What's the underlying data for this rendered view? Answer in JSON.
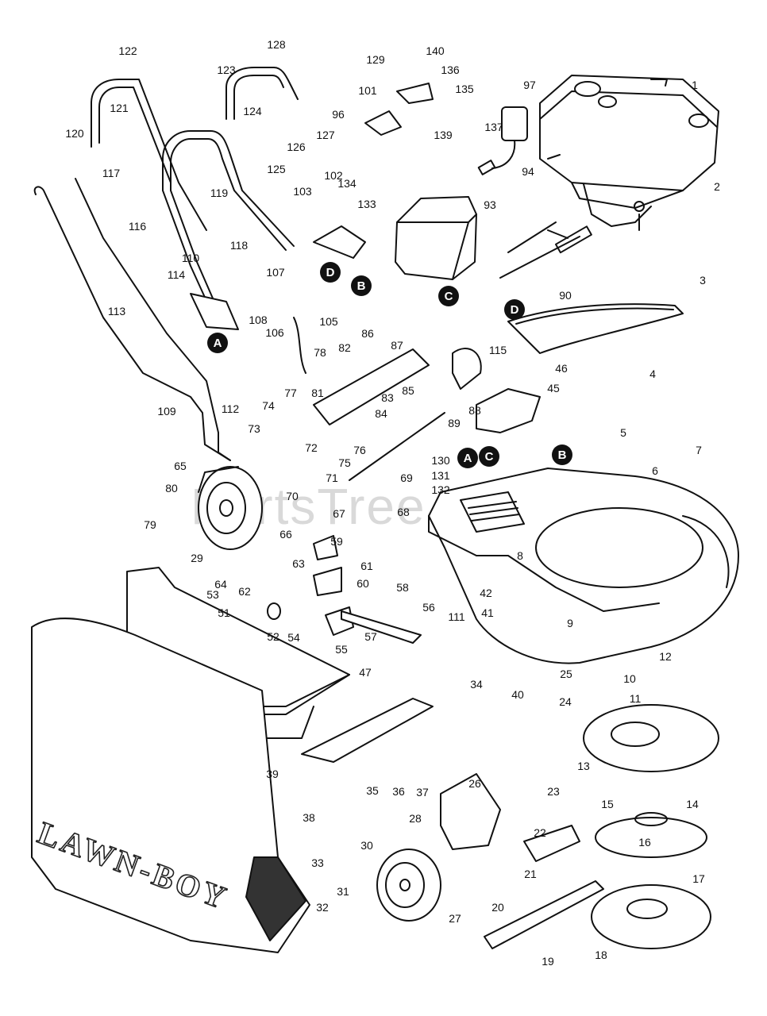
{
  "watermark": "PartsTree",
  "bag_brand": "LAWN-BOY",
  "colors": {
    "ink": "#111111",
    "paper": "#ffffff",
    "watermark": "#d9d9d9",
    "badge": "#111111"
  },
  "ref_badges": [
    "A",
    "B",
    "C",
    "D"
  ],
  "callouts": [
    "1",
    "2",
    "3",
    "4",
    "5",
    "6",
    "7",
    "8",
    "9",
    "10",
    "11",
    "12",
    "13",
    "14",
    "15",
    "16",
    "17",
    "18",
    "19",
    "20",
    "21",
    "22",
    "23",
    "24",
    "25",
    "26",
    "27",
    "28",
    "29",
    "30",
    "31",
    "32",
    "33",
    "34",
    "35",
    "36",
    "37",
    "38",
    "39",
    "40",
    "41",
    "42",
    "45",
    "46",
    "47",
    "51",
    "52",
    "53",
    "54",
    "55",
    "56",
    "57",
    "58",
    "59",
    "60",
    "61",
    "62",
    "63",
    "64",
    "65",
    "66",
    "67",
    "68",
    "69",
    "70",
    "71",
    "72",
    "73",
    "74",
    "75",
    "76",
    "77",
    "78",
    "79",
    "80",
    "81",
    "82",
    "83",
    "84",
    "85",
    "86",
    "87",
    "88",
    "89",
    "90",
    "93",
    "94",
    "96",
    "97",
    "101",
    "102",
    "103",
    "105",
    "106",
    "107",
    "108",
    "109",
    "110",
    "111",
    "112",
    "113",
    "114",
    "115",
    "116",
    "117",
    "118",
    "119",
    "120",
    "121",
    "122",
    "123",
    "124",
    "125",
    "126",
    "127",
    "128",
    "129",
    "130",
    "131",
    "132",
    "133",
    "134",
    "135",
    "136",
    "137",
    "139",
    "140"
  ]
}
